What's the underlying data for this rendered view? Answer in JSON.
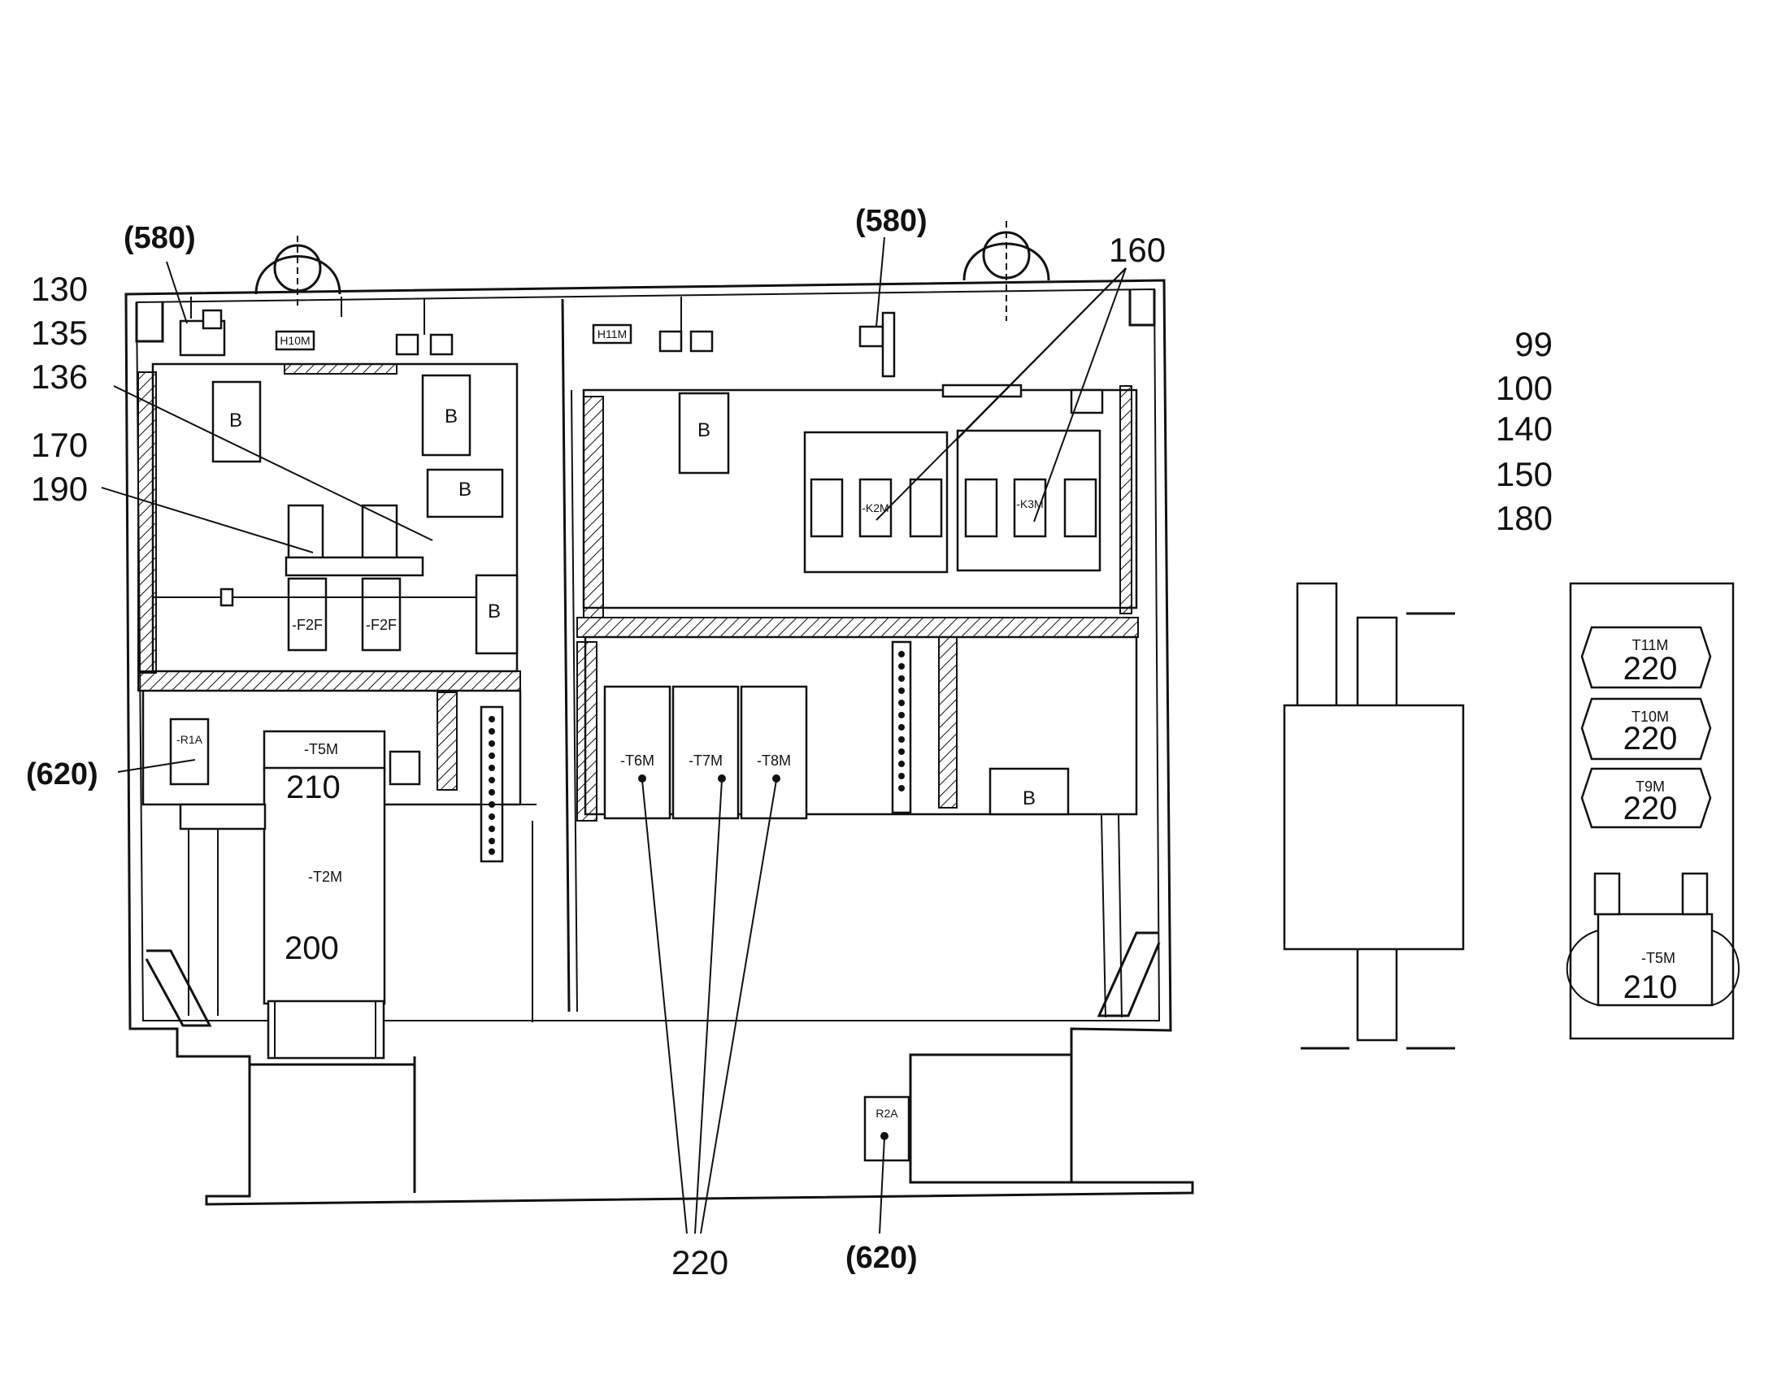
{
  "reference_numerals": {
    "left_column": [
      "130",
      "135",
      "136",
      "170",
      "190"
    ],
    "right_column": [
      "99",
      "100",
      "140",
      "150",
      "180"
    ],
    "n_580_left": "(580)",
    "n_580_right": "(580)",
    "n_160": "160",
    "n_620_left": "(620)",
    "n_620_bottom": "(620)",
    "n_220_bottom": "220",
    "n_210_main": "210",
    "n_200": "200",
    "n_220_a": "220",
    "n_220_b": "220",
    "n_220_c": "220",
    "n_210_side": "210"
  },
  "component_labels": {
    "h10m": "H10M",
    "h11m": "H11M",
    "b": "B",
    "f2f": "-F2F",
    "t5m": "-T5M",
    "t2m": "-T2M",
    "t6m": "-T6M",
    "t7m": "-T7M",
    "t8m": "-T8M",
    "t11m": "T11M",
    "t10m": "T10M",
    "t9m": "T9M",
    "t5m_side": "-T5M",
    "r2a": "R2A",
    "r1a": "-R1A",
    "k2m": "-K2M",
    "k3m": "-K3M"
  }
}
